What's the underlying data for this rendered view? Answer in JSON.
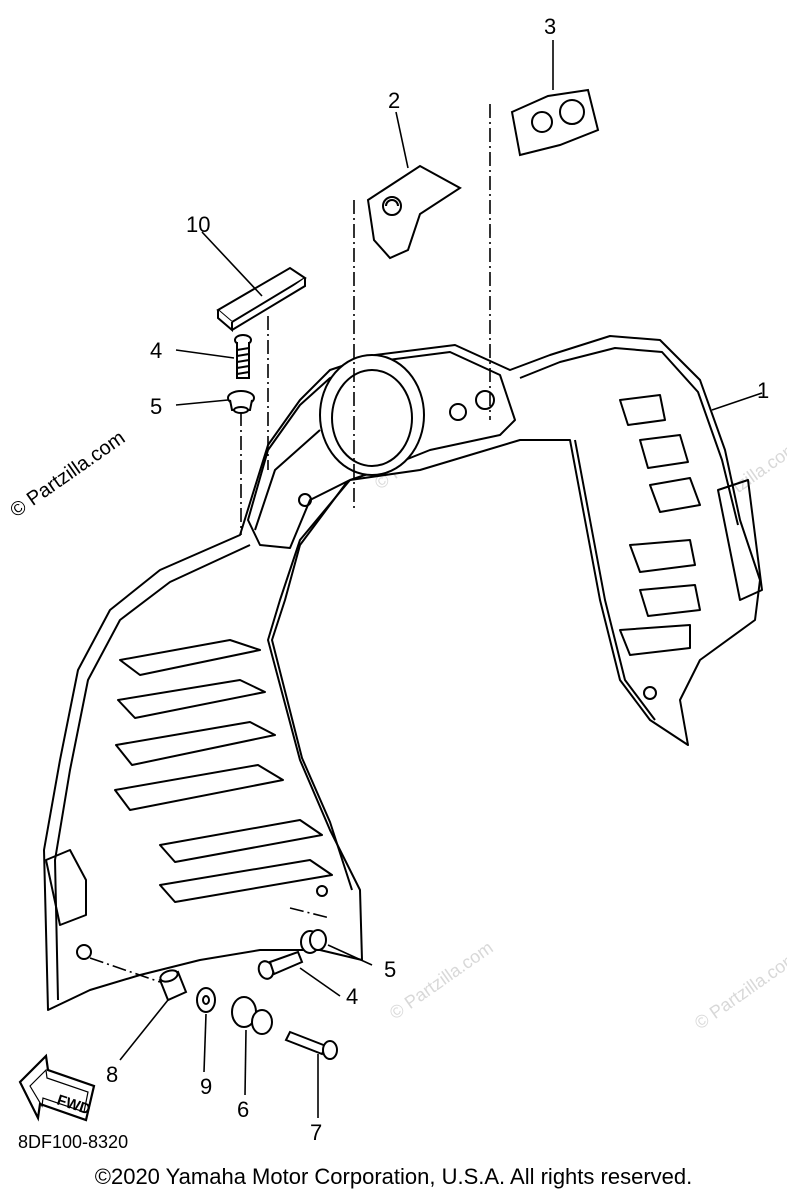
{
  "callouts": {
    "c1": "1",
    "c2": "2",
    "c3": "3",
    "c4a": "4",
    "c4b": "4",
    "c5a": "5",
    "c5b": "5",
    "c6": "6",
    "c7": "7",
    "c8": "8",
    "c9": "9",
    "c10": "10"
  },
  "fwd_label": "FWD",
  "part_code": "8DF100-8320",
  "copyright": "©2020 Yamaha Motor Corporation, U.S.A. All rights reserved.",
  "watermark": {
    "main": "© Partzilla.com",
    "repeat": "© Partzilla.com"
  }
}
